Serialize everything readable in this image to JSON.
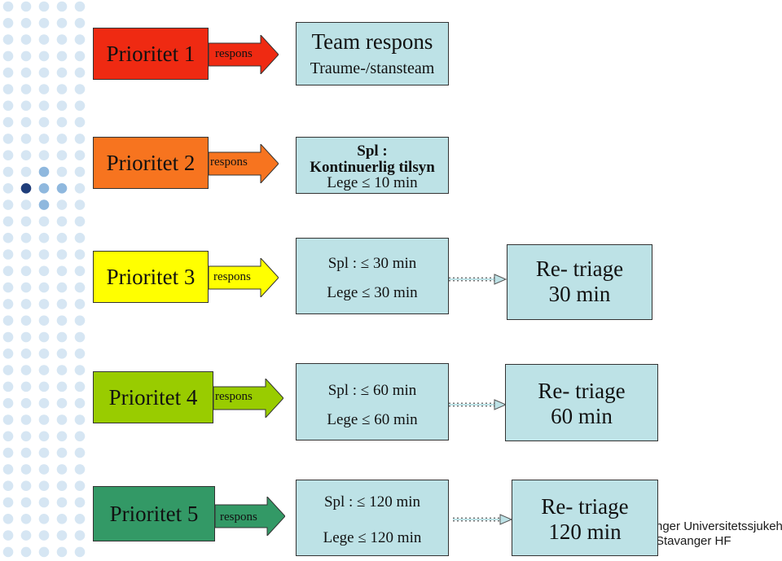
{
  "rows": [
    {
      "priority": "Prioritet 1",
      "color": "#ef2a12",
      "arrow_color": "#ef2a12",
      "arrow_label": "respons",
      "info": [
        "Team respons",
        "Traume-/stansteam"
      ]
    },
    {
      "priority": "Prioritet 2",
      "color": "#f7741f",
      "arrow_color": "#f7741f",
      "arrow_label": "respons",
      "info": [
        "Spl :",
        "Kontinuerlig tilsyn",
        "Lege ≤ 10 min"
      ]
    },
    {
      "priority": "Prioritet 3",
      "color": "#ffff00",
      "arrow_color": "#ffff00",
      "arrow_label": "respons",
      "info": [
        "Spl : ≤ 30 min",
        "Lege ≤ 30 min"
      ],
      "retriage": [
        "Re- triage",
        "30 min"
      ]
    },
    {
      "priority": "Prioritet 4",
      "color": "#99cc00",
      "arrow_color": "#99cc00",
      "arrow_label": "respons",
      "info": [
        "Spl : ≤ 60 min",
        "Lege ≤ 60 min"
      ],
      "retriage": [
        "Re- triage",
        "60 min"
      ]
    },
    {
      "priority": "Prioritet 5",
      "color": "#339966",
      "arrow_color": "#339966",
      "arrow_label": "respons",
      "info": [
        "Spl : ≤ 120 min",
        "Lege ≤ 120 min"
      ],
      "retriage": [
        "Re- triage",
        "120 min"
      ]
    }
  ],
  "organization": [
    "nger Universitetssjukehus",
    "Stavanger HF"
  ],
  "colors": {
    "info_box": "#bde2e6",
    "dot_light": "#d6e6f3",
    "dot_mid": "#8fb8de",
    "dot_dark": "#1f3d7a"
  }
}
